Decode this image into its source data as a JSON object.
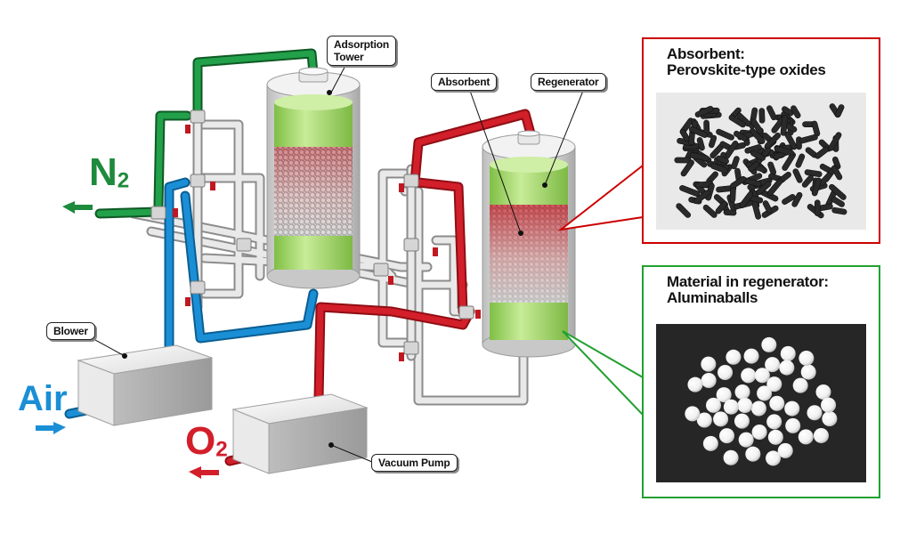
{
  "labels": {
    "adsorption_tower": "Adsorption\nTower",
    "absorbent": "Absorbent",
    "regenerator": "Regenerator",
    "blower": "Blower",
    "vacuum_pump": "Vacuum Pump"
  },
  "gases": {
    "n2_base": "N",
    "n2_sub": "2",
    "air": "Air",
    "o2_base": "O",
    "o2_sub": "2"
  },
  "panels": {
    "absorbent_title": "Absorbent:\nPerovskite-type oxides",
    "regenerator_title": "Material in regenerator:\nAluminaballs"
  },
  "colors": {
    "n2_line": "#1e8a3c",
    "air_line": "#1a8fd6",
    "o2_line": "#d21f2a",
    "absorbent_box": "#cc0000",
    "regenerator_box": "#22a031",
    "tower_fill": "#a6d86a"
  }
}
